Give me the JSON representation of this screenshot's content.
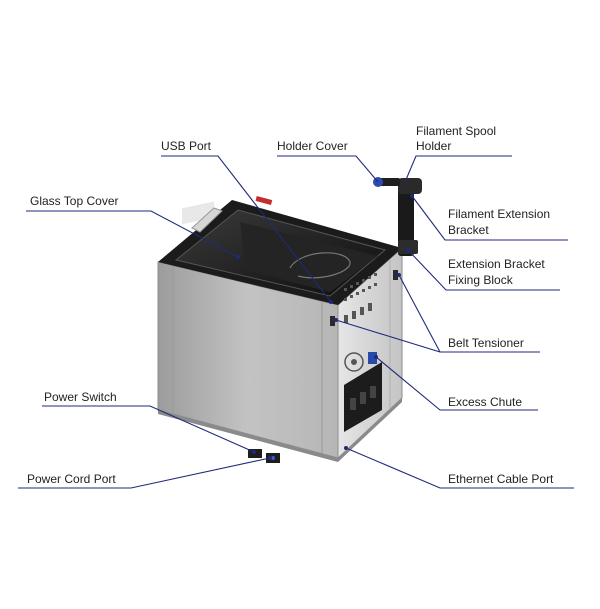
{
  "colors": {
    "leader_line": "#1f2a78",
    "body_light": "#c9c9c9",
    "body_dark": "#a8a8a8",
    "frame_black": "#1b1b1b"
  },
  "labels": {
    "usb_port": "USB Port",
    "holder_cover": "Holder Cover",
    "filament_spool_holder_l1": "Filament Spool",
    "filament_spool_holder_l2": "Holder",
    "glass_top_cover": "Glass Top Cover",
    "filament_extension_bracket_l1": "Filament Extension",
    "filament_extension_bracket_l2": "Bracket",
    "extension_bracket_fixing_block_l1": "Extension Bracket",
    "extension_bracket_fixing_block_l2": "Fixing Block",
    "belt_tensioner": "Belt Tensioner",
    "power_switch": "Power Switch",
    "excess_chute": "Excess Chute",
    "power_cord_port": "Power Cord Port",
    "ethernet_cable_port": "Ethernet Cable Port"
  }
}
